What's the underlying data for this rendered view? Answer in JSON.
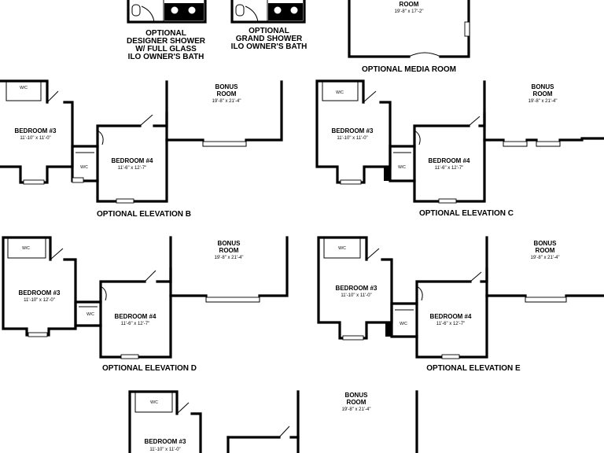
{
  "options": {
    "designer_shower": [
      "OPTIONAL",
      "DESIGNER SHOWER",
      "W/ FULL GLASS",
      "ILO OWNER'S BATH"
    ],
    "grand_shower": [
      "OPTIONAL",
      "GRAND SHOWER",
      "ILO OWNER'S BATH"
    ],
    "media_room": {
      "room_label": "ROOM",
      "room_dim": "19'-8\" x 17'-2\"",
      "caption": "OPTIONAL MEDIA ROOM"
    }
  },
  "elevations": [
    {
      "id": "b",
      "caption": "OPTIONAL ELEVATION B",
      "wic_label": "W/C",
      "wic_label_2": "W/C",
      "bedroom3": {
        "name": "BEDROOM #3",
        "dim": "11'-10\" x 11'-0\""
      },
      "bedroom4": {
        "name": "BEDROOM #4",
        "dim": "11'-6\" x 12'-7\""
      },
      "bonus": {
        "line1": "BONUS",
        "line2": "ROOM",
        "dim": "19'-8\" x 21'-4\""
      }
    },
    {
      "id": "c",
      "caption": "OPTIONAL ELEVATION C",
      "wic_label": "W/C",
      "wic_label_2": "W/C",
      "bedroom3": {
        "name": "BEDROOM #3",
        "dim": "11'-10\" x 11'-0\""
      },
      "bedroom4": {
        "name": "BEDROOM #4",
        "dim": "11'-6\" x 12'-7\""
      },
      "bonus": {
        "line1": "BONUS",
        "line2": "ROOM",
        "dim": "19'-8\" x 21'-4\""
      }
    },
    {
      "id": "d",
      "caption": "OPTIONAL ELEVATION D",
      "wic_label": "W/C",
      "wic_label_2": "W/C",
      "bedroom3": {
        "name": "BEDROOM #3",
        "dim": "11'-10\" x 12'-0\""
      },
      "bedroom4": {
        "name": "BEDROOM #4",
        "dim": "11'-6\" x 12'-7\""
      },
      "bonus": {
        "line1": "BONUS",
        "line2": "ROOM",
        "dim": "19'-8\" x 21'-4\""
      }
    },
    {
      "id": "e",
      "caption": "OPTIONAL ELEVATION E",
      "wic_label": "W/C",
      "wic_label_2": "W/C",
      "bedroom3": {
        "name": "BEDROOM #3",
        "dim": "11'-10\" x 11'-0\""
      },
      "bedroom4": {
        "name": "BEDROOM #4",
        "dim": "11'-6\" x 12'-7\""
      },
      "bonus": {
        "line1": "BONUS",
        "line2": "ROOM",
        "dim": "19'-8\" x 21'-4\""
      }
    },
    {
      "id": "f",
      "wic_label": "W/C",
      "bedroom3": {
        "name": "BEDROOM #3",
        "dim": "11'-10\" x 11'-0\""
      },
      "bonus": {
        "line1": "BONUS",
        "line2": "ROOM",
        "dim": "19'-8\" x 21'-4\""
      }
    }
  ]
}
